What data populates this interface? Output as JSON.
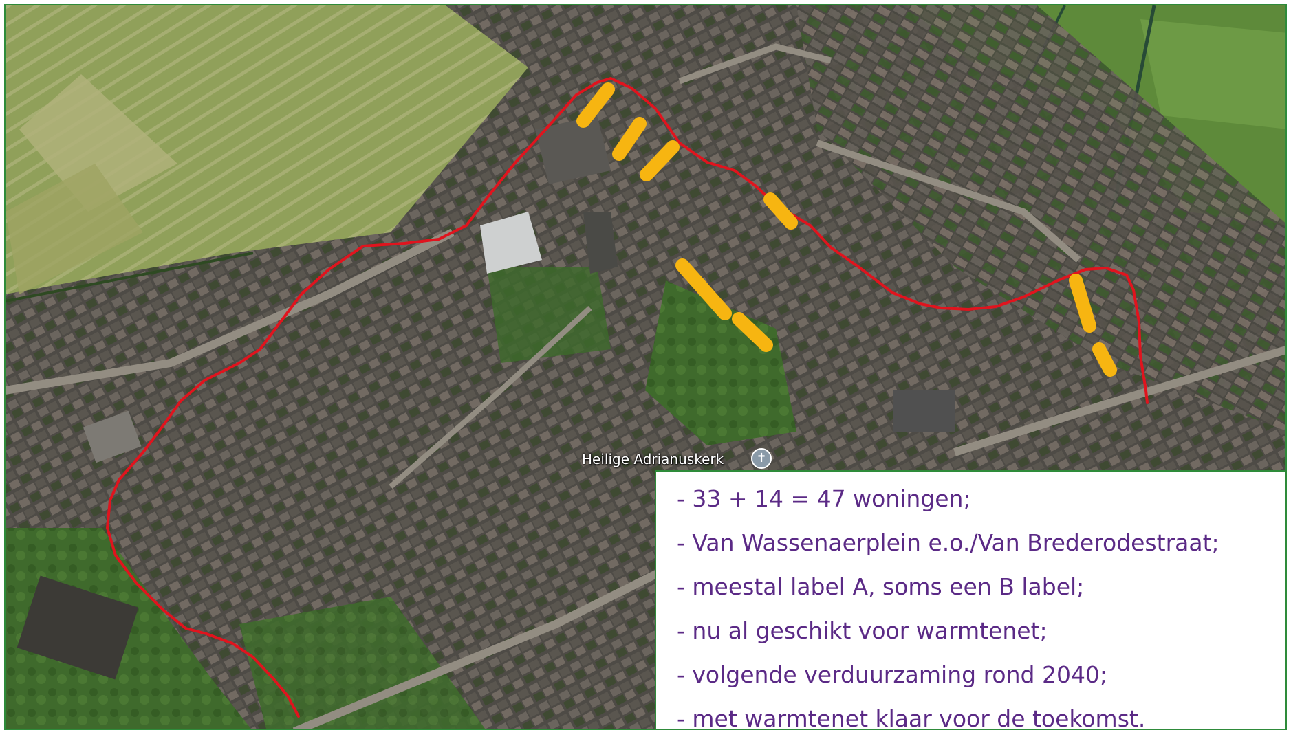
{
  "map": {
    "poi_label": "Heilige Adrianuskerk",
    "poi_icon": "church-cross-icon",
    "colors": {
      "boundary_line": "#e0141e",
      "highlight_marks": "#f7b511",
      "field": "#8a9a56",
      "field_light": "#a8b070",
      "roofs": "#5f5a55",
      "greenery": "#3f6a2c",
      "road": "#9a948a",
      "frame": "#2e8b3a"
    }
  },
  "info": {
    "text_color": "#5b2a86",
    "lines": [
      "- 33 + 14 = 47 woningen;",
      "- Van Wassenaerplein e.o./Van Brederodestraat;",
      "- meestal label A, soms een B label;",
      "- nu al geschikt voor warmtenet;",
      "- volgende verduurzaming rond 2040;",
      "- met warmtenet klaar voor de toekomst."
    ]
  }
}
